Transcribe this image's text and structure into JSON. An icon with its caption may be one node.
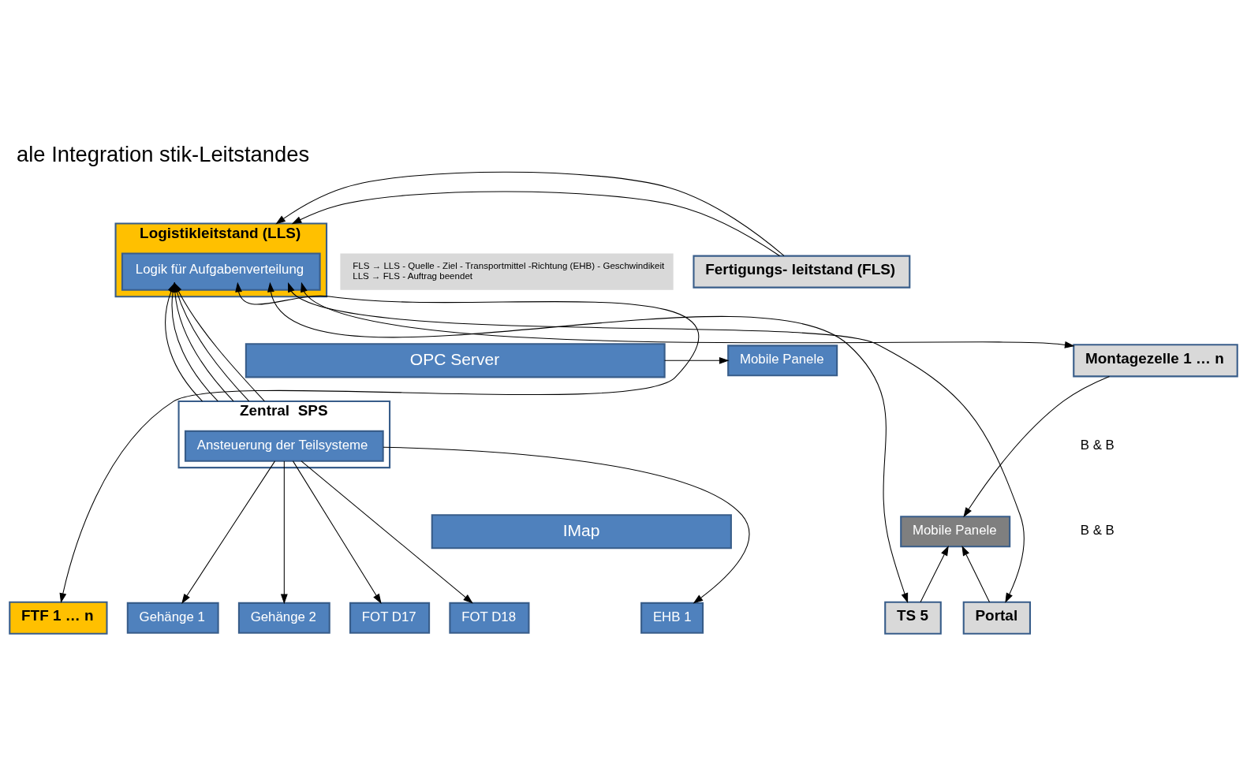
{
  "diagram": {
    "title": "ale Integration stik-Leitstandes",
    "nodes": [
      {
        "text": [
          "Logistikleitstand (LLS)"
        ]
      },
      {
        "text": [
          "Logik für Aufgabenverteilung"
        ],
        "in": 0
      },
      {
        "text": [
          "FLS → LLS - Quelle - Ziel - Transportmittel -Richtung (EHB) - Geschwindikeit",
          "LLS → FLS - Auftrag beendet"
        ]
      },
      {
        "text": [
          "Fertigungs- leitstand (FLS)"
        ]
      },
      {
        "text": [
          "Mobile Panele"
        ]
      },
      {
        "text": [
          "OPC Server"
        ]
      },
      {
        "text": [
          "Montagezelle 1 … n"
        ]
      },
      {
        "text": [
          "Zentral  SPS"
        ]
      },
      {
        "text": [
          "Ansteuerung der Teilsysteme"
        ],
        "in": 7
      },
      {
        "text": [
          "Mobile Panele"
        ]
      },
      {
        "text": [
          "IMap"
        ]
      },
      {
        "text": [
          "Gehänge 1"
        ]
      },
      {
        "text": [
          "Gehänge 2"
        ]
      },
      {
        "text": [
          "EHB 1"
        ]
      },
      {
        "text": [
          "FOT D17"
        ]
      },
      {
        "text": [
          "FOT D18"
        ]
      },
      {
        "text": [
          "FTF 1 … n"
        ]
      },
      {
        "text": [
          "TS 5"
        ]
      },
      {
        "text": [
          "Portal"
        ]
      }
    ],
    "edges": [
      {
        "from": 3,
        "to": 0,
        "arrow": "to"
      },
      {
        "from": 3,
        "to": 0,
        "arrow": "to"
      },
      {
        "from": 5,
        "to": 4,
        "arrow": "to"
      },
      {
        "from": 7,
        "to": 1,
        "arrow": "to"
      },
      {
        "from": 7,
        "to": 1,
        "arrow": "to"
      },
      {
        "from": 7,
        "to": 1,
        "arrow": "to"
      },
      {
        "from": 7,
        "to": 1,
        "arrow": "to"
      },
      {
        "from": 7,
        "to": 1,
        "arrow": "to"
      },
      {
        "from": 16,
        "to": 1,
        "arrow": "both"
      },
      {
        "from": 17,
        "to": 1,
        "arrow": "both"
      },
      {
        "from": 18,
        "to": 1,
        "arrow": "both"
      },
      {
        "from": 6,
        "to": 1,
        "arrow": "both"
      },
      {
        "from": 6,
        "to": 9,
        "arrow": "to"
      },
      {
        "from": 17,
        "to": 9,
        "arrow": "to"
      },
      {
        "from": 18,
        "to": 9,
        "arrow": "to"
      },
      {
        "from": 8,
        "to": 11,
        "arrow": "to"
      },
      {
        "from": 8,
        "to": 12,
        "arrow": "to"
      },
      {
        "from": 8,
        "to": 13,
        "arrow": "to"
      },
      {
        "from": 8,
        "to": 14,
        "arrow": "to"
      },
      {
        "from": 8,
        "to": 15,
        "arrow": "to"
      }
    ],
    "labels": [
      "B & B",
      "B & B"
    ]
  }
}
